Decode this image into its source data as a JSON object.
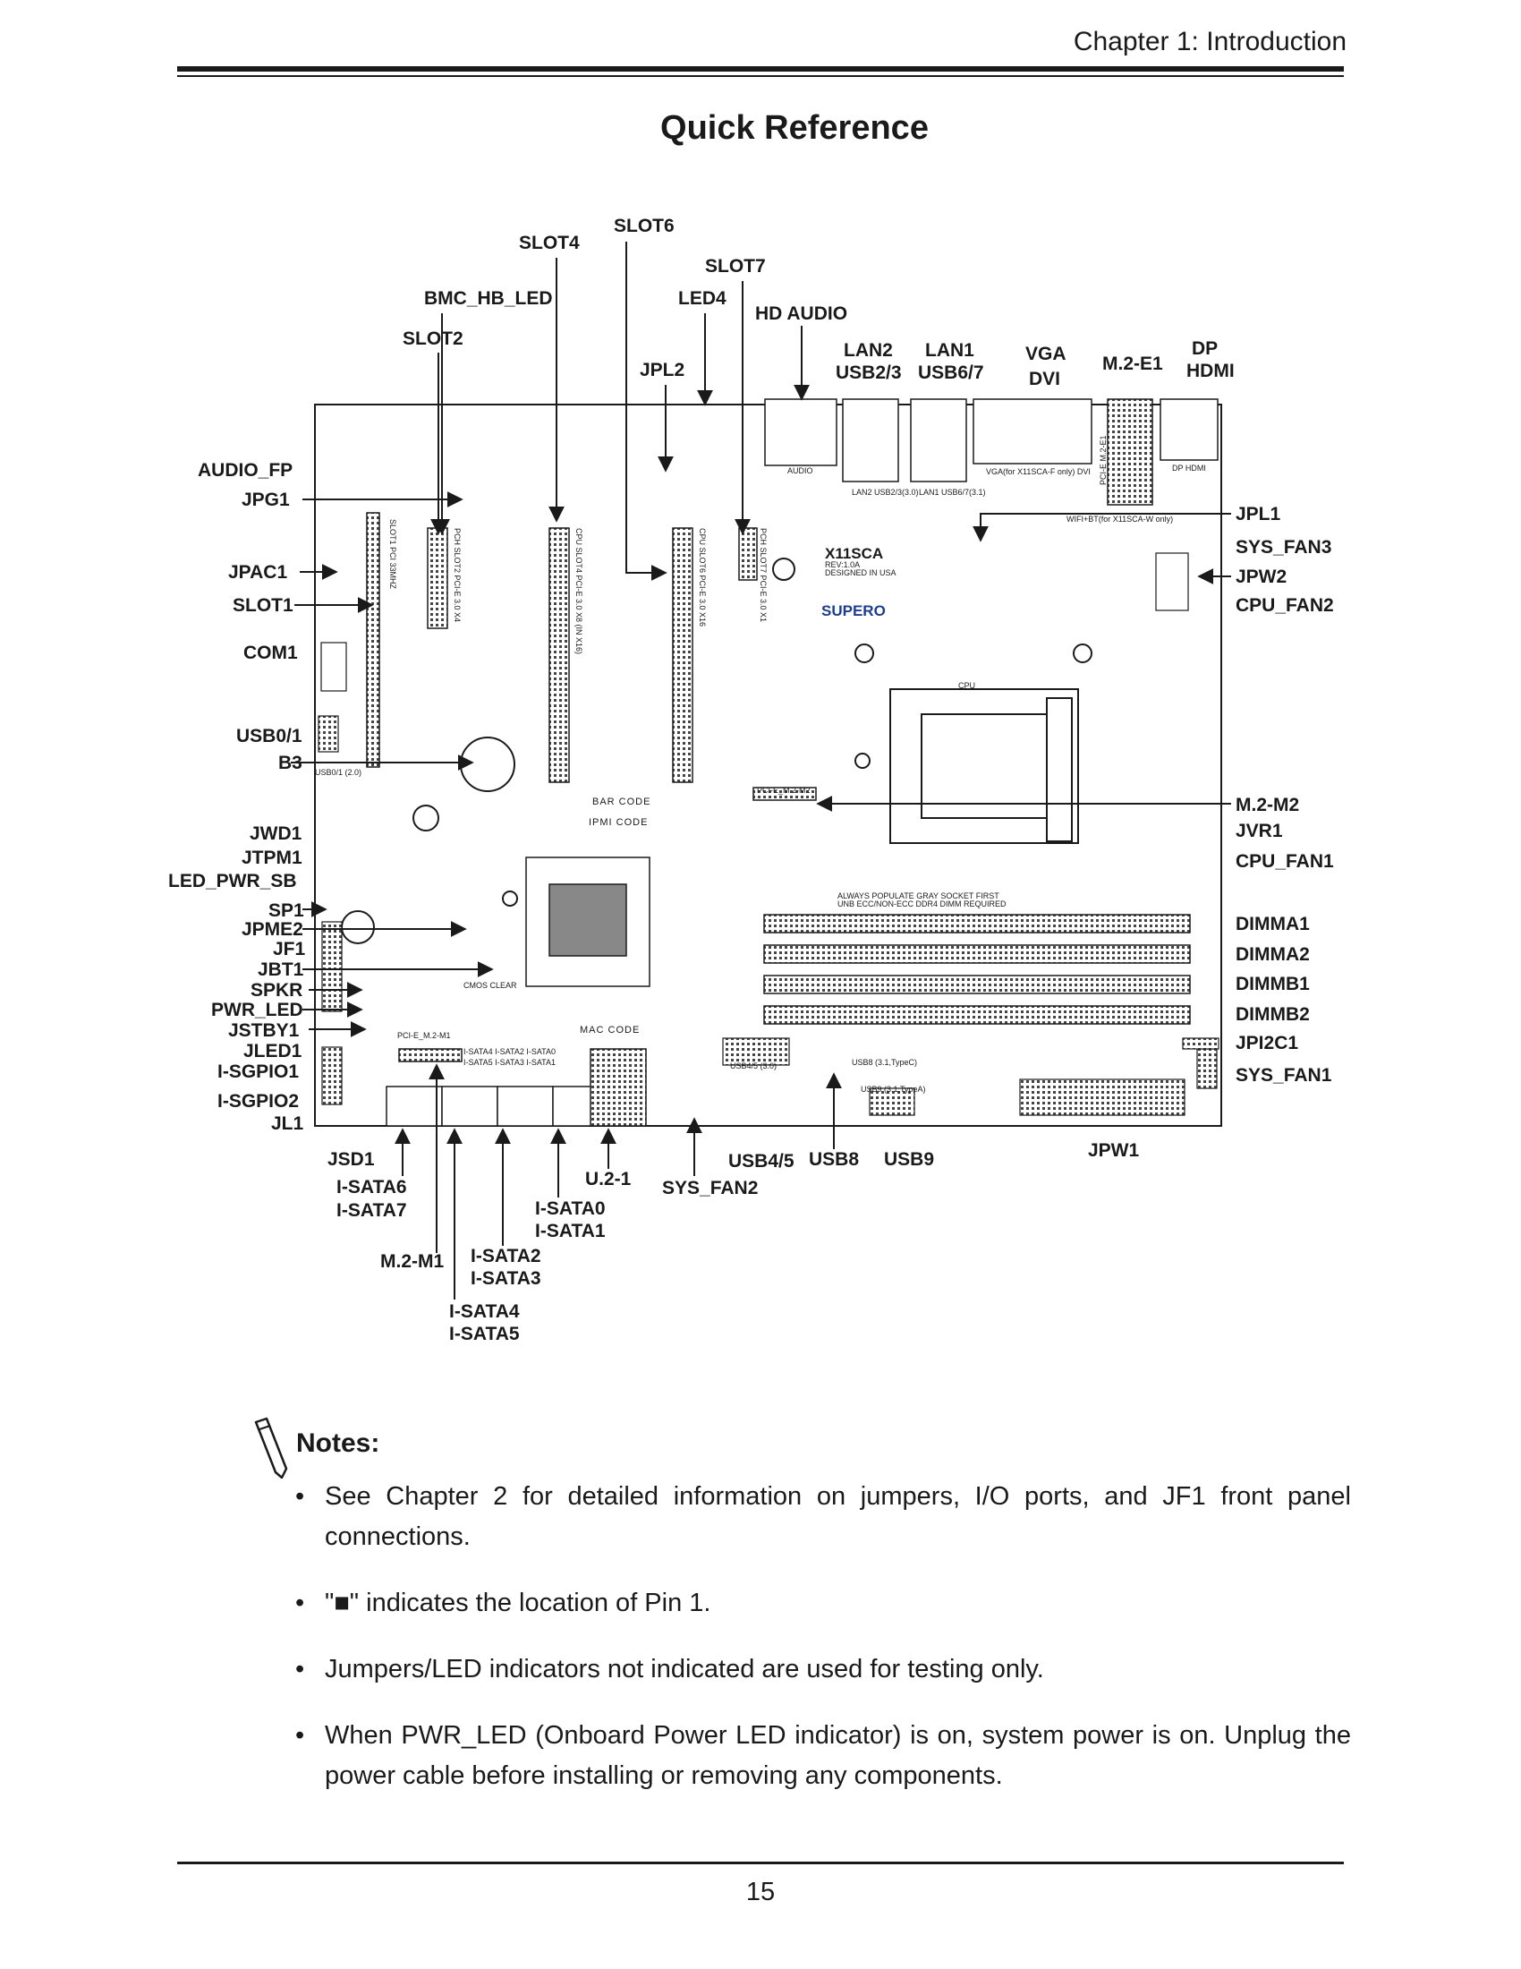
{
  "header": {
    "chapter": "Chapter 1: Introduction"
  },
  "title": "Quick Reference",
  "callouts": {
    "slot4": "SLOT4",
    "slot6": "SLOT6",
    "slot7": "SLOT7",
    "bmc_hb_led": "BMC_HB_LED",
    "led4": "LED4",
    "hd_audio": "HD AUDIO",
    "slot2": "SLOT2",
    "jpl2": "JPL2",
    "lan2": "LAN2",
    "usb23": "USB2/3",
    "lan1": "LAN1",
    "usb67": "USB6/7",
    "vga": "VGA",
    "dvi": "DVI",
    "m2e1": "M.2-E1",
    "dp": "DP",
    "hdmi": "HDMI",
    "audio_fp": "AUDIO_FP",
    "jpg1": "JPG1",
    "jpac1": "JPAC1",
    "slot1": "SLOT1",
    "com1": "COM1",
    "usb01": "USB0/1",
    "b3": "B3",
    "jwd1": "JWD1",
    "jtpm1": "JTPM1",
    "led_pwr_sb": "LED_PWR_SB",
    "sp1": "SP1",
    "jpme2": "JPME2",
    "jf1": "JF1",
    "jbt1": "JBT1",
    "spkr": "SPKR",
    "pwr_led": "PWR_LED",
    "jstby1": "JSTBY1",
    "jled1": "JLED1",
    "isgpio1": "I-SGPIO1",
    "isgpio2": "I-SGPIO2",
    "jl1": "JL1",
    "jpl1": "JPL1",
    "sys_fan3": "SYS_FAN3",
    "jpw2": "JPW2",
    "cpu_fan2": "CPU_FAN2",
    "m2m2": "M.2-M2",
    "jvr1": "JVR1",
    "cpu_fan1": "CPU_FAN1",
    "dimma1": "DIMMA1",
    "dimma2": "DIMMA2",
    "dimmb1": "DIMMB1",
    "dimmb2": "DIMMB2",
    "jpi2c1": "JPI2C1",
    "sys_fan1": "SYS_FAN1",
    "jsd1": "JSD1",
    "isata6": "I-SATA6",
    "isata7": "I-SATA7",
    "u21": "U.2-1",
    "sys_fan2": "SYS_FAN2",
    "usb45": "USB4/5",
    "usb8": "USB8",
    "usb9": "USB9",
    "jpw1": "JPW1",
    "isata0": "I-SATA0",
    "isata1": "I-SATA1",
    "m2m1": "M.2-M1",
    "isata2": "I-SATA2",
    "isata3": "I-SATA3",
    "isata4": "I-SATA4",
    "isata5": "I-SATA5"
  },
  "silkscreen": {
    "board_model": "X11SCA",
    "board_rev": "REV:1.0A",
    "designed": "DESIGNED IN USA",
    "brand": "SUPERO",
    "cpu": "CPU",
    "bar_code": "BAR CODE",
    "ipmi_code": "IPMI CODE",
    "mac_code": "MAC CODE",
    "dimm_note_1": "ALWAYS POPULATE GRAY SOCKET FIRST",
    "dimm_note_2": "UNB ECC/NON-ECC DDR4 DIMM REQUIRED",
    "audio": "AUDIO",
    "lan2_usb": "LAN2 USB2/3(3.0)",
    "lan1_usb": "LAN1 USB6/7(3.1)",
    "vga_dvi": "VGA(for X11SCA-F only) DVI",
    "wifi": "WIFI+BT(for X11SCA-W only)",
    "dp_hdmi": "DP HDMI",
    "slot1_silk": "SLOT1 PCI 33MHZ",
    "slot2_silk": "PCH SLOT2 PCI-E 3.0 X4",
    "slot4_silk": "CPU SLOT4 PCI-E 3.0 X8 (IN X16)",
    "slot6_silk": "CPU SLOT6 PCI-E 3.0 X16",
    "slot7_silk": "PCH SLOT7 PCI-E 3.0 X1",
    "pcie_m2_m2": "PCI-E_M.2-M2",
    "pcie_m2_m1": "PCI-E_M.2-M1",
    "usb01_silk": "USB0/1 (2.0)",
    "cmos_clear": "CMOS CLEAR",
    "usb45_silk": "USB4/5 (3.0)",
    "usb8_silk": "USB8 (3.1,TypeC)",
    "usb9_silk": "USB9 (3.1,TypeA)",
    "pcie_m2_e1": "PCI-E M.2-E1",
    "sata_labels_1": "I-SATA4  I-SATA2  I-SATA0",
    "sata_labels_2": "I-SATA5  I-SATA3  I-SATA1"
  },
  "notes": {
    "title": "Notes:",
    "items": [
      "See Chapter 2 for detailed information on jumpers, I/O ports, and JF1 front panel connections.",
      "\"■\" indicates the location of Pin 1.",
      "Jumpers/LED indicators not indicated are used for testing only.",
      "When PWR_LED (Onboard Power LED indicator) is on, system power is on. Unplug the power cable before installing or removing any components."
    ]
  },
  "page_number": "15"
}
